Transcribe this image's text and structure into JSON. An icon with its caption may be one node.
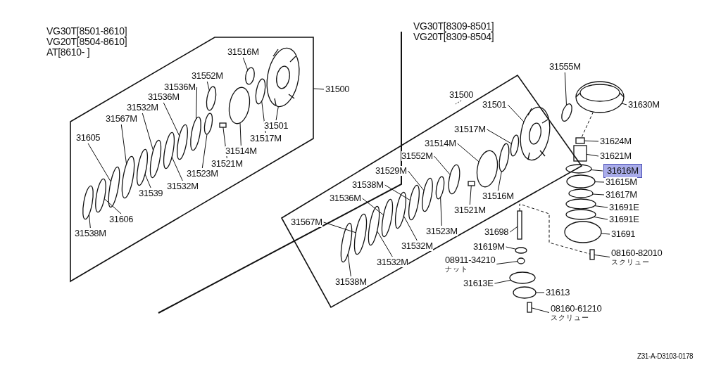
{
  "diagram": {
    "nodes": [
      {
        "text": [
          "VG30T[8501-8610] VG20T[8504-8610] AT[8610- ]"
        ]
      },
      {
        "text": [
          "VG30T[8309-8501] VG20T[8309-8504]"
        ]
      },
      {
        "text": [
          "31516M"
        ],
        "in": 0
      },
      {
        "text": [
          "31552M"
        ],
        "in": 0
      },
      {
        "text": [
          "31536M"
        ],
        "in": 0
      },
      {
        "text": [
          "31536M"
        ],
        "in": 0
      },
      {
        "text": [
          "31532M"
        ],
        "in": 0
      },
      {
        "text": [
          "31567M"
        ],
        "in": 0
      },
      {
        "text": [
          "31605"
        ],
        "in": 0
      },
      {
        "text": [
          "31539"
        ],
        "in": 0
      },
      {
        "text": [
          "31532M"
        ],
        "in": 0
      },
      {
        "text": [
          "31523M"
        ],
        "in": 0
      },
      {
        "text": [
          "31521M"
        ],
        "in": 0
      },
      {
        "text": [
          "31514M"
        ],
        "in": 0
      },
      {
        "text": [
          "31517M"
        ],
        "in": 0
      },
      {
        "text": [
          "31501"
        ],
        "in": 0
      },
      {
        "text": [
          "31606"
        ],
        "in": 0
      },
      {
        "text": [
          "31538M"
        ],
        "in": 0
      },
      {
        "text": [
          "31500"
        ]
      },
      {
        "text": [
          "31500"
        ]
      },
      {
        "text": [
          "31501"
        ],
        "in": 1
      },
      {
        "text": [
          "31517M"
        ],
        "in": 1
      },
      {
        "text": [
          "31514M"
        ],
        "in": 1
      },
      {
        "text": [
          "31552M"
        ],
        "in": 1
      },
      {
        "text": [
          "31529M"
        ],
        "in": 1
      },
      {
        "text": [
          "31538M"
        ],
        "in": 1
      },
      {
        "text": [
          "31536M"
        ],
        "in": 1
      },
      {
        "text": [
          "31567M"
        ],
        "in": 1
      },
      {
        "text": [
          "31516M"
        ],
        "in": 1
      },
      {
        "text": [
          "31521M"
        ],
        "in": 1
      },
      {
        "text": [
          "31523M"
        ],
        "in": 1
      },
      {
        "text": [
          "31532M"
        ],
        "in": 1
      },
      {
        "text": [
          "31532M"
        ],
        "in": 1
      },
      {
        "text": [
          "31538M"
        ],
        "in": 1
      },
      {
        "text": [
          "31555M"
        ]
      },
      {
        "text": [
          "31630M"
        ]
      },
      {
        "text": [
          "31624M"
        ]
      },
      {
        "text": [
          "31621M"
        ]
      },
      {
        "text": [
          "31616M"
        ]
      },
      {
        "text": [
          "31615M"
        ]
      },
      {
        "text": [
          "31617M"
        ]
      },
      {
        "text": [
          "31691E"
        ]
      },
      {
        "text": [
          "31691E"
        ]
      },
      {
        "text": [
          "31691"
        ]
      },
      {
        "text": [
          "08160-82010"
        ],
        "beside": [
          "スクリュー"
        ]
      },
      {
        "text": [
          "31698"
        ]
      },
      {
        "text": [
          "31619M"
        ]
      },
      {
        "text": [
          "08911-34210"
        ],
        "beside": [
          "ナット"
        ]
      },
      {
        "text": [
          "31613E"
        ]
      },
      {
        "text": [
          "31613"
        ]
      },
      {
        "text": [
          "08160-61210"
        ],
        "beside": [
          "スクリュー"
        ]
      },
      {
        "text": [],
        "shape": "circle",
        "in": 0
      },
      {
        "text": [],
        "shape": "circle",
        "in": 0
      },
      {
        "text": [],
        "shape": "circle",
        "in": 0
      },
      {
        "text": [],
        "shape": "circle",
        "in": 0
      },
      {
        "text": [],
        "shape": "circle",
        "in": 0
      },
      {
        "text": [],
        "shape": "circle",
        "in": 0
      },
      {
        "text": [],
        "shape": "circle",
        "in": 0
      },
      {
        "text": [],
        "shape": "circle",
        "in": 0
      },
      {
        "text": [],
        "shape": "circle",
        "in": 0
      },
      {
        "text": [],
        "shape": "circle",
        "in": 0
      },
      {
        "text": [],
        "shape": "box",
        "in": 0
      },
      {
        "text": [],
        "shape": "circle",
        "in": 0
      },
      {
        "text": [],
        "shape": "circle",
        "in": 0
      },
      {
        "text": [],
        "shape": "picture",
        "in": 0
      },
      {
        "text": [],
        "shape": "circle",
        "in": 0
      },
      {
        "text": [],
        "shape": "circle",
        "in": 0
      },
      {
        "text": [],
        "shape": "picture",
        "in": 1
      },
      {
        "text": [],
        "shape": "circle",
        "in": 1
      },
      {
        "text": [],
        "shape": "circle",
        "in": 1
      },
      {
        "text": [],
        "shape": "circle",
        "in": 1
      },
      {
        "text": [],
        "shape": "circle",
        "in": 1
      },
      {
        "text": [],
        "shape": "circle",
        "in": 1
      },
      {
        "text": [],
        "shape": "circle",
        "in": 1
      },
      {
        "text": [],
        "shape": "circle",
        "in": 1
      },
      {
        "text": [],
        "shape": "circle",
        "in": 1
      },
      {
        "text": [],
        "shape": "box",
        "in": 1
      },
      {
        "text": [],
        "shape": "circle",
        "in": 1
      },
      {
        "text": [],
        "shape": "circle",
        "in": 1
      },
      {
        "text": [],
        "shape": "circle",
        "in": 1
      },
      {
        "text": [],
        "shape": "circle",
        "in": 1
      },
      {
        "text": [],
        "shape": "circle"
      },
      {
        "text": [],
        "shape": "picture"
      },
      {
        "text": [],
        "shape": "box"
      },
      {
        "text": [],
        "shape": "box"
      },
      {
        "text": [],
        "shape": "circle"
      },
      {
        "text": [],
        "shape": "circle"
      },
      {
        "text": [],
        "shape": "circle"
      },
      {
        "text": [],
        "shape": "circle"
      },
      {
        "text": [],
        "shape": "circle"
      },
      {
        "text": [],
        "shape": "circle"
      },
      {
        "text": [],
        "shape": "box"
      },
      {
        "text": [],
        "shape": "box"
      },
      {
        "text": [],
        "shape": "circle"
      },
      {
        "text": [],
        "shape": "circle"
      },
      {
        "text": [],
        "shape": "circle"
      },
      {
        "text": [],
        "shape": "circle"
      },
      {
        "text": [],
        "shape": "box"
      }
    ],
    "edges": [
      {
        "from": 2,
        "to": 51,
        "arrow": "none"
      },
      {
        "from": 3,
        "to": 52,
        "arrow": "none"
      },
      {
        "from": 4,
        "to": 53,
        "arrow": "none"
      },
      {
        "from": 5,
        "to": 54,
        "arrow": "none"
      },
      {
        "from": 6,
        "to": 55,
        "arrow": "none"
      },
      {
        "from": 7,
        "to": 56,
        "arrow": "none"
      },
      {
        "from": 8,
        "to": 57,
        "arrow": "none"
      },
      {
        "from": 9,
        "to": 58,
        "arrow": "none"
      },
      {
        "from": 10,
        "to": 59,
        "arrow": "none"
      },
      {
        "from": 11,
        "to": 60,
        "arrow": "none"
      },
      {
        "from": 12,
        "to": 61,
        "arrow": "none"
      },
      {
        "from": 13,
        "to": 62,
        "arrow": "none"
      },
      {
        "from": 14,
        "to": 63,
        "arrow": "none"
      },
      {
        "from": 15,
        "to": 64,
        "arrow": "none"
      },
      {
        "from": 16,
        "to": 65,
        "arrow": "none"
      },
      {
        "from": 17,
        "to": 66,
        "arrow": "none"
      },
      {
        "from": 18,
        "to": 0,
        "arrow": "none"
      },
      {
        "from": 19,
        "to": 1,
        "arrow": "none",
        "style": "dashed"
      },
      {
        "from": 20,
        "to": 67,
        "arrow": "none"
      },
      {
        "from": 21,
        "to": 68,
        "arrow": "none"
      },
      {
        "from": 22,
        "to": 69,
        "arrow": "none"
      },
      {
        "from": 23,
        "to": 70,
        "arrow": "none"
      },
      {
        "from": 24,
        "to": 71,
        "arrow": "none"
      },
      {
        "from": 25,
        "to": 72,
        "arrow": "none"
      },
      {
        "from": 26,
        "to": 73,
        "arrow": "none"
      },
      {
        "from": 27,
        "to": 74,
        "arrow": "none"
      },
      {
        "from": 28,
        "to": 75,
        "arrow": "none"
      },
      {
        "from": 29,
        "to": 76,
        "arrow": "none"
      },
      {
        "from": 30,
        "to": 77,
        "arrow": "none"
      },
      {
        "from": 31,
        "to": 78,
        "arrow": "none"
      },
      {
        "from": 32,
        "to": 79,
        "arrow": "none"
      },
      {
        "from": 33,
        "to": 80,
        "arrow": "none"
      },
      {
        "from": 34,
        "to": 81,
        "arrow": "none"
      },
      {
        "from": 35,
        "to": 82,
        "arrow": "none"
      },
      {
        "from": 36,
        "to": 83,
        "arrow": "none"
      },
      {
        "from": 37,
        "to": 84,
        "arrow": "none"
      },
      {
        "from": 38,
        "to": 85,
        "arrow": "none"
      },
      {
        "from": 39,
        "to": 86,
        "arrow": "none"
      },
      {
        "from": 40,
        "to": 87,
        "arrow": "none"
      },
      {
        "from": 41,
        "to": 88,
        "arrow": "none"
      },
      {
        "from": 42,
        "to": 89,
        "arrow": "none"
      },
      {
        "from": 43,
        "to": 90,
        "arrow": "none"
      },
      {
        "from": 44,
        "to": 91,
        "arrow": "none"
      },
      {
        "from": 45,
        "to": 92,
        "arrow": "none"
      },
      {
        "from": 46,
        "to": 93,
        "arrow": "none"
      },
      {
        "from": 47,
        "to": 94,
        "arrow": "none"
      },
      {
        "from": 48,
        "to": 95,
        "arrow": "none"
      },
      {
        "from": 49,
        "to": 96,
        "arrow": "none"
      },
      {
        "from": 50,
        "to": 97,
        "arrow": "none"
      },
      {
        "from": 82,
        "to": 83,
        "arrow": "none",
        "style": "dashed"
      },
      {
        "from": 92,
        "to": 91,
        "arrow": "none",
        "style": "dashed"
      }
    ],
    "labels": [
      "Z31-A-D3103-0178"
    ]
  }
}
